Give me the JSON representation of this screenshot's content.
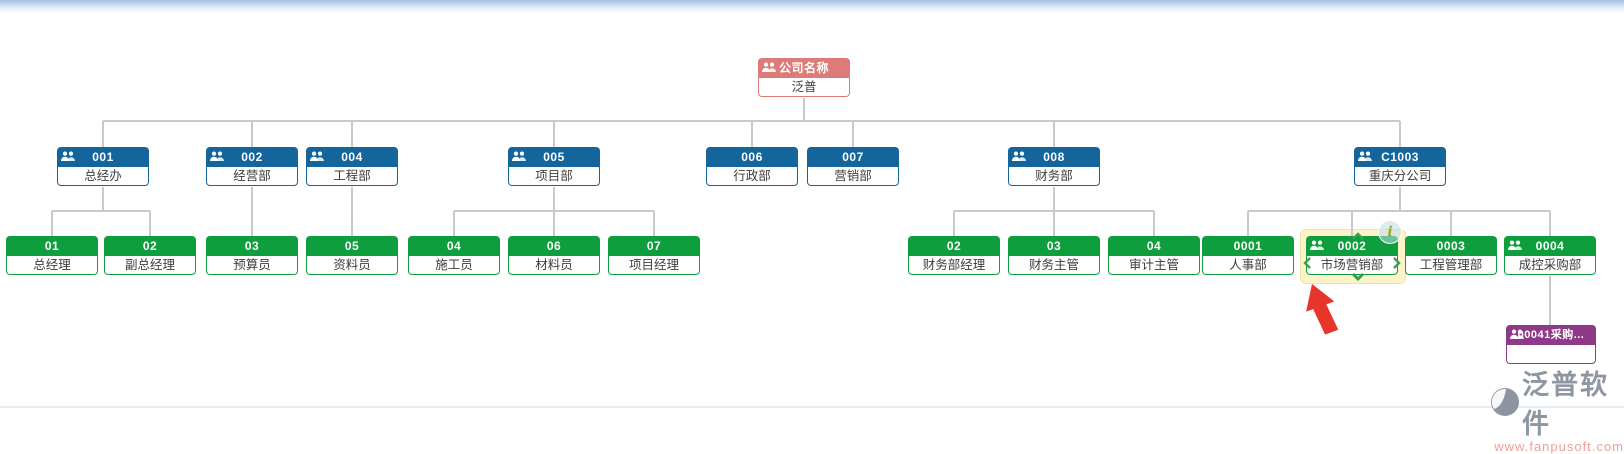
{
  "nodes": [
    {
      "code": "公司名称",
      "title": "泛普",
      "type": "company",
      "icon": true,
      "selected": false
    },
    {
      "code": "001",
      "title": "总经办",
      "type": "department",
      "icon": true,
      "selected": false
    },
    {
      "code": "002",
      "title": "经营部",
      "type": "department",
      "icon": true,
      "selected": false
    },
    {
      "code": "004",
      "title": "工程部",
      "type": "department",
      "icon": true,
      "selected": false
    },
    {
      "code": "005",
      "title": "项目部",
      "type": "department",
      "icon": true,
      "selected": false
    },
    {
      "code": "006",
      "title": "行政部",
      "type": "department",
      "icon": false,
      "selected": false
    },
    {
      "code": "007",
      "title": "营销部",
      "type": "department",
      "icon": false,
      "selected": false
    },
    {
      "code": "008",
      "title": "财务部",
      "type": "department",
      "icon": true,
      "selected": false
    },
    {
      "code": "C1003",
      "title": "重庆分公司",
      "type": "department",
      "icon": true,
      "selected": false
    },
    {
      "code": "01",
      "title": "总经理",
      "type": "staff",
      "icon": false,
      "selected": false
    },
    {
      "code": "02",
      "title": "副总经理",
      "type": "staff",
      "icon": false,
      "selected": false
    },
    {
      "code": "03",
      "title": "预算员",
      "type": "staff",
      "icon": false,
      "selected": false
    },
    {
      "code": "05",
      "title": "资料员",
      "type": "staff",
      "icon": false,
      "selected": false
    },
    {
      "code": "04",
      "title": "施工员",
      "type": "staff",
      "icon": false,
      "selected": false
    },
    {
      "code": "06",
      "title": "材料员",
      "type": "staff",
      "icon": false,
      "selected": false
    },
    {
      "code": "07",
      "title": "项目经理",
      "type": "staff",
      "icon": false,
      "selected": false
    },
    {
      "code": "02",
      "title": "财务部经理",
      "type": "staff",
      "icon": false,
      "selected": false
    },
    {
      "code": "03",
      "title": "财务主管",
      "type": "staff",
      "icon": false,
      "selected": false
    },
    {
      "code": "04",
      "title": "审计主管",
      "type": "staff",
      "icon": false,
      "selected": false
    },
    {
      "code": "0001",
      "title": "人事部",
      "type": "staff",
      "icon": false,
      "selected": false
    },
    {
      "code": "0002",
      "title": "市场营销部",
      "type": "staff",
      "icon": true,
      "selected": true
    },
    {
      "code": "0003",
      "title": "工程管理部",
      "type": "staff",
      "icon": false,
      "selected": false
    },
    {
      "code": "0004",
      "title": "成控采购部",
      "type": "staff",
      "icon": true,
      "selected": false
    },
    {
      "code": "00041采购...",
      "title": "",
      "type": "sub",
      "icon": true,
      "selected": false
    }
  ],
  "selected": {
    "badge": "i"
  },
  "watermark": {
    "brand": "泛普软件",
    "url": "www.fanpusoft.com"
  },
  "colors": {
    "company_header": "#dd7b78",
    "department_header": "#14659b",
    "staff_header": "#0f9e3e",
    "sub_header": "#8e3a88",
    "connector": "#c9c9c9",
    "selection_highlight": "#fcf3c8",
    "pointer_arrow": "#e8352b",
    "top_bar": "#9fc0de"
  }
}
